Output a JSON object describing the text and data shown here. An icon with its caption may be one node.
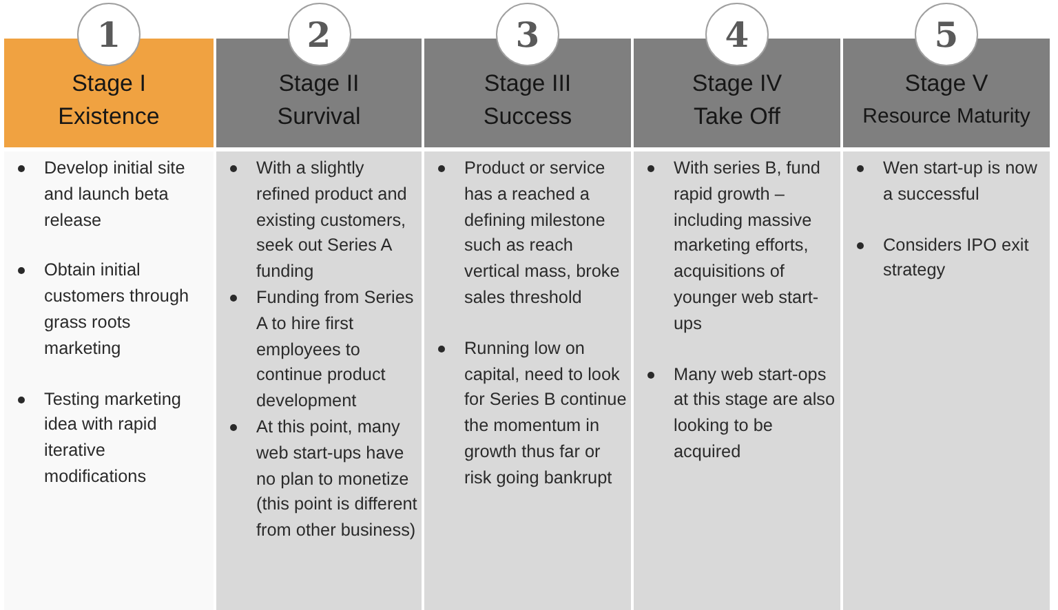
{
  "diagram": {
    "nodes": [
      {
        "text": [
          "1"
        ]
      },
      {
        "text": [
          "2"
        ]
      },
      {
        "text": [
          "3"
        ]
      },
      {
        "text": [
          "4"
        ]
      },
      {
        "text": [
          "5"
        ]
      },
      {
        "text": [
          "Stage I",
          "Existence"
        ]
      },
      {
        "text": [
          "Stage II",
          "Survival"
        ]
      },
      {
        "text": [
          "Stage III",
          "Success"
        ]
      },
      {
        "text": [
          "Stage IV",
          "Take Off"
        ]
      },
      {
        "text": [
          "Stage V",
          "Resource Maturity"
        ]
      },
      {
        "text": [
          "Develop initial site and launch beta release",
          "Obtain initial customers through grass roots marketing",
          "Testing marketing idea with rapid iterative modifications"
        ]
      },
      {
        "text": [
          "With a slightly refined product and existing customers, seek out Series A funding",
          "Funding from Series A to hire first employees to continue product development",
          "At this point, many web start-ups have no plan to monetize (this point is different from other business)"
        ]
      },
      {
        "text": [
          "Product or service has a reached a defining milestone such as reach vertical mass, broke sales threshold",
          "Running low on capital, need to look for Series B continue the momentum in growth thus far or risk going bankrupt"
        ]
      },
      {
        "text": [
          "With series B, fund rapid growth – including massive marketing efforts, acquisitions of younger web start-ups",
          "Many web start-ops at this stage are also looking to be acquired"
        ]
      },
      {
        "text": [
          "Wen start-up is now a successful",
          "Considers IPO exit strategy"
        ]
      }
    ]
  }
}
